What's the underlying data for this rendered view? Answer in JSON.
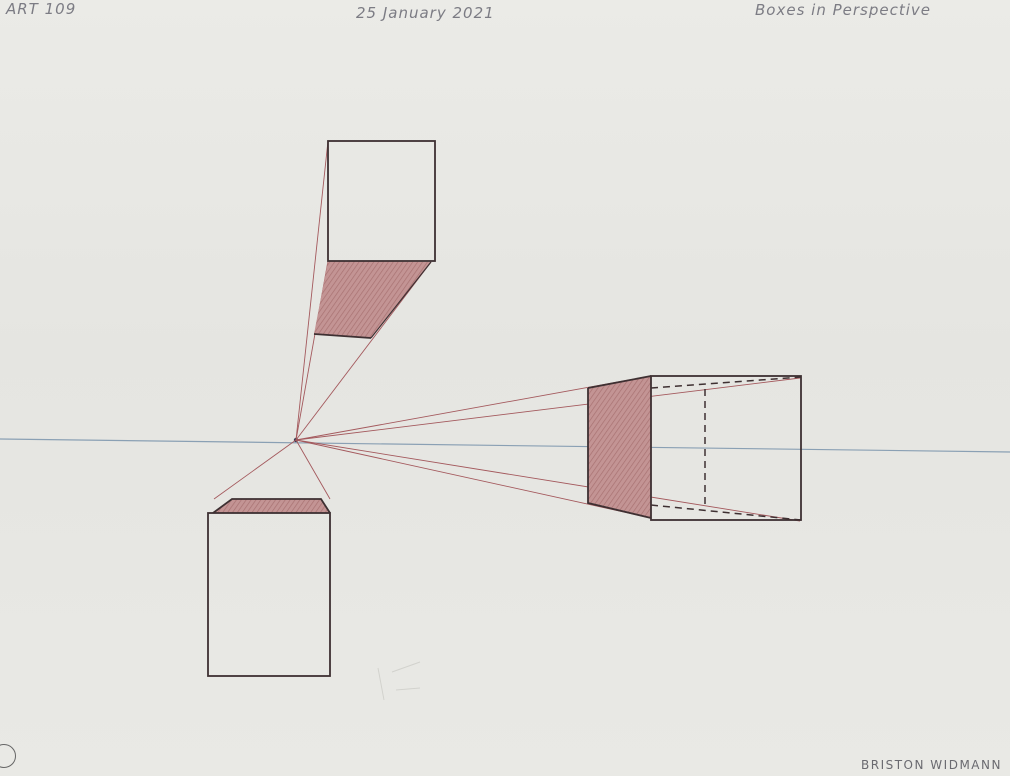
{
  "header": {
    "course": "ART 109",
    "date": "25 January 2021",
    "title": "Boxes in Perspective"
  },
  "footer": {
    "signature": "BRISTON WIDMANN"
  },
  "colors": {
    "outline": "#3e3032",
    "construction": "#a55a5e",
    "shade": "#b98787",
    "horizon": "#7f97ac"
  }
}
